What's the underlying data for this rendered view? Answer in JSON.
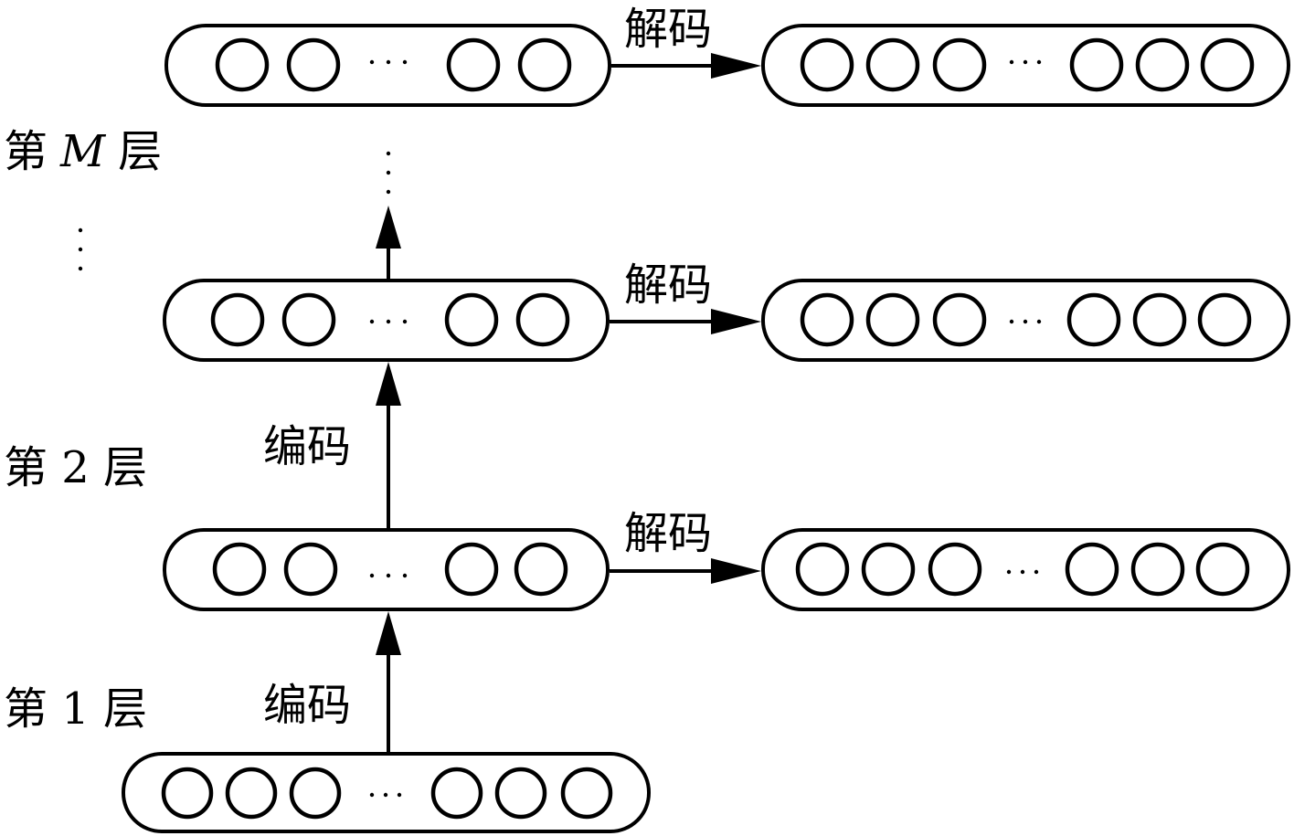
{
  "labels": {
    "encode": "编码",
    "decode": "解码",
    "layer_1": "第 1 层",
    "layer_2": "第 2 层",
    "layer_m_prefix": "第",
    "layer_m_var": "M",
    "layer_m_suffix": "层"
  }
}
